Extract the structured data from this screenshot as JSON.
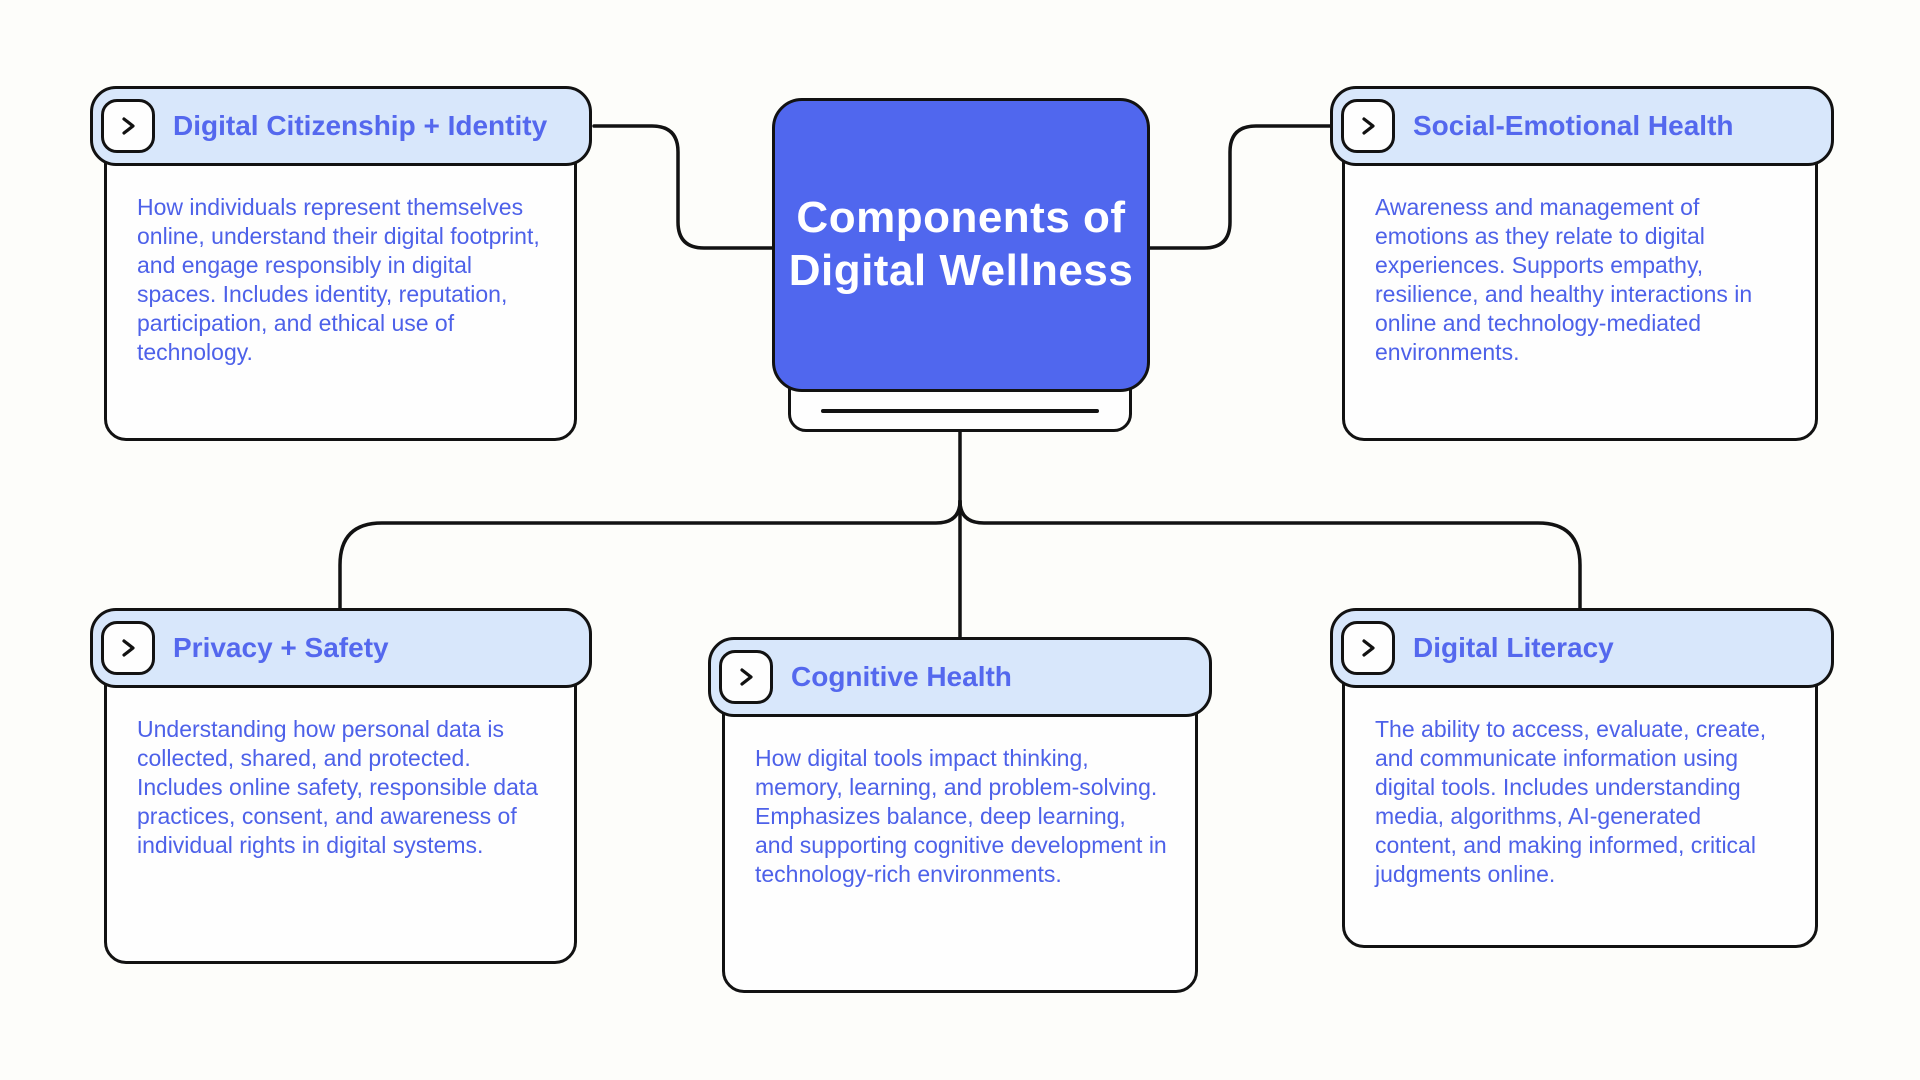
{
  "palette": {
    "page_background": "#fdfdfa",
    "node_blue": "#5067ee",
    "header_light_blue": "#d8e7fb",
    "title_text_blue": "#5468ee",
    "body_text_blue": "#4d61e9",
    "line_black": "#121212",
    "card_white": "#fefefe"
  },
  "center": {
    "title": "Components of\nDigital Wellness"
  },
  "icons": {
    "header_button": "chevron-right-icon"
  },
  "cards": [
    {
      "title": "Digital Citizenship + Identity",
      "description": "How individuals represent themselves online, understand their digital footprint, and engage responsibly in digital spaces. Includes identity, reputation, participation, and ethical use of technology."
    },
    {
      "title": "Social-Emotional Health",
      "description": "Awareness and management of emotions as they relate to digital experiences. Supports empathy, resilience, and healthy interactions in online and technology-mediated environments."
    },
    {
      "title": "Privacy + Safety",
      "description": "Understanding how personal data is collected, shared, and protected. Includes online safety, responsible data practices, consent, and awareness of individual rights in digital systems."
    },
    {
      "title": "Cognitive Health",
      "description": "How digital tools impact thinking, memory, learning, and problem-solving. Emphasizes balance, deep learning, and supporting cognitive development in technology-rich environments."
    },
    {
      "title": "Digital Literacy",
      "description": "The ability to access, evaluate, create, and communicate information using digital tools. Includes understanding media, algorithms, AI-generated content, and making informed, critical judgments online."
    }
  ]
}
